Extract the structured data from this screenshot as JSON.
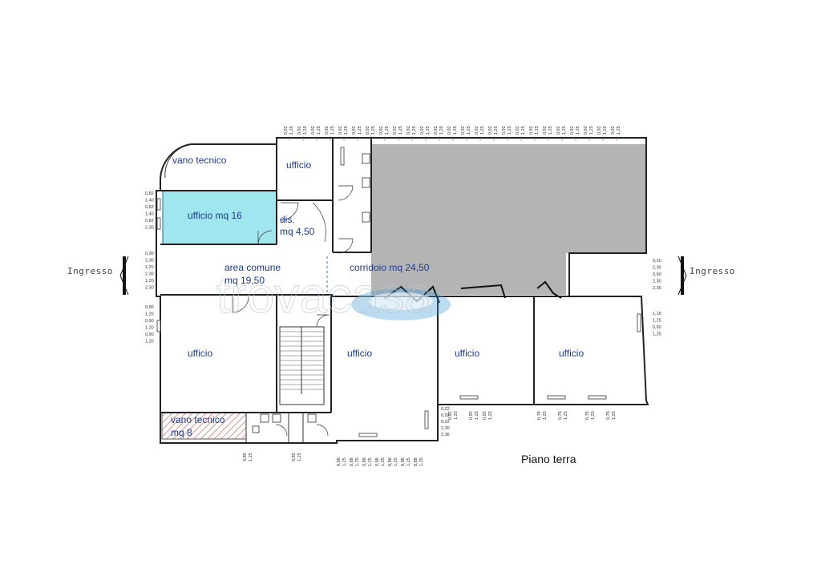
{
  "plan": {
    "title": "Piano terra",
    "entrances": {
      "left": "Ingresso",
      "right": "Ingresso"
    },
    "watermark": "trovacasa"
  },
  "rooms": {
    "vano_tecnico_top": "vano tecnico",
    "ufficio_top_small": "ufficio",
    "ufficio_mq16": "ufficio mq 16",
    "dis_line1": "dis.",
    "dis_line2": "mq 4,50",
    "area_comune_line1": "area comune",
    "area_comune_line2": "mq 19,50",
    "corridoio": "corridoio mq 24,50",
    "ufficio_left": "ufficio",
    "ufficio_center": "ufficio",
    "ufficio_right1": "ufficio",
    "ufficio_right2": "ufficio",
    "vano_tecnico_bottom_line1": "vano tecnico",
    "vano_tecnico_bottom_line2": "mq 8"
  },
  "dimensions": {
    "top": [
      "0,92",
      "1,25"
    ],
    "left_upper": [
      "0,82",
      "1,40",
      "0,82",
      "1,40",
      "0,82",
      "2,30"
    ],
    "left_middle": [
      "0,30",
      "2,30",
      "1,20",
      "2,30",
      "1,20",
      "2,30"
    ],
    "left_lower": [
      "0,90",
      "1,20",
      "0,90",
      "1,20",
      "0,90",
      "1,20"
    ],
    "right_upper": [
      "0,20",
      "2,30",
      "0,60",
      "2,30",
      "2,36"
    ],
    "right_lower": [
      "1,16",
      "1,25",
      "0,60",
      "1,25"
    ],
    "bottom_left": [
      "0,85",
      "1,25"
    ],
    "bottom_mid": [
      "0,88",
      "1,25"
    ],
    "bottom_right_a": [
      "0,92",
      "1,25"
    ],
    "bottom_right_b": [
      "0,76",
      "1,25"
    ],
    "bottom_stack": [
      "0,22",
      "0,92",
      "0,22",
      "2,30",
      "2,36"
    ]
  },
  "colors": {
    "highlight_room": "#9fe6ef",
    "shaded_area": "#b4b4b4",
    "hatch": "#cc6b6b",
    "room_text": "#1f3a8c"
  }
}
